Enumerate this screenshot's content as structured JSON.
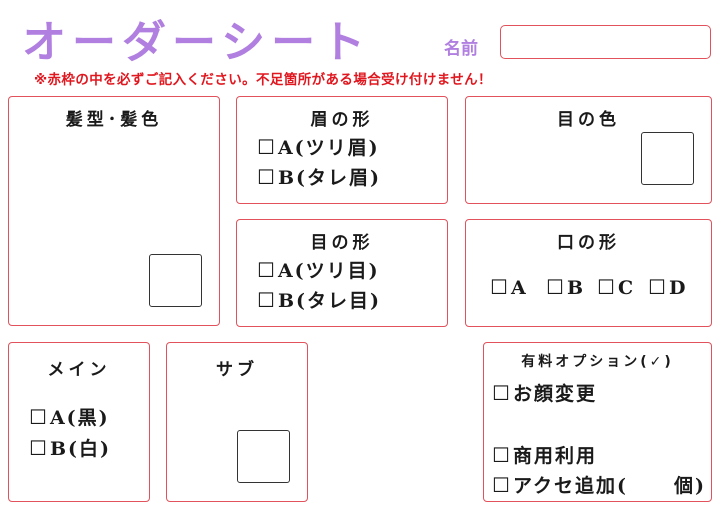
{
  "header": {
    "title": "オーダーシート",
    "name_label": "名前",
    "name_value": "",
    "notice": "※赤枠の中を必ずご記入ください。不足箇所がある場合受け付けません！"
  },
  "checkbox_glyph": "☐",
  "panels": {
    "hair": {
      "title": "髪型･髪色"
    },
    "brow": {
      "title": "眉の形",
      "options": [
        "A(ツリ眉)",
        "B(タレ眉)"
      ]
    },
    "eye_color": {
      "title": "目の色"
    },
    "eye_shape": {
      "title": "目の形",
      "options": [
        "A(ツリ目)",
        "B(タレ目)"
      ]
    },
    "mouth": {
      "title": "口の形",
      "options": [
        "A",
        "B",
        "C",
        "D"
      ]
    },
    "main": {
      "title": "メイン",
      "options": [
        "A(黒)",
        "B(白)"
      ]
    },
    "sub": {
      "title": "サブ"
    },
    "paid": {
      "title": "有料オプション(✓)",
      "options": [
        "お顔変更",
        "商用利用",
        "アクセ追加(",
        "個)"
      ]
    }
  },
  "colors": {
    "title": "#b07fe0",
    "notice": "#e0171f",
    "border": "#e2525c"
  }
}
